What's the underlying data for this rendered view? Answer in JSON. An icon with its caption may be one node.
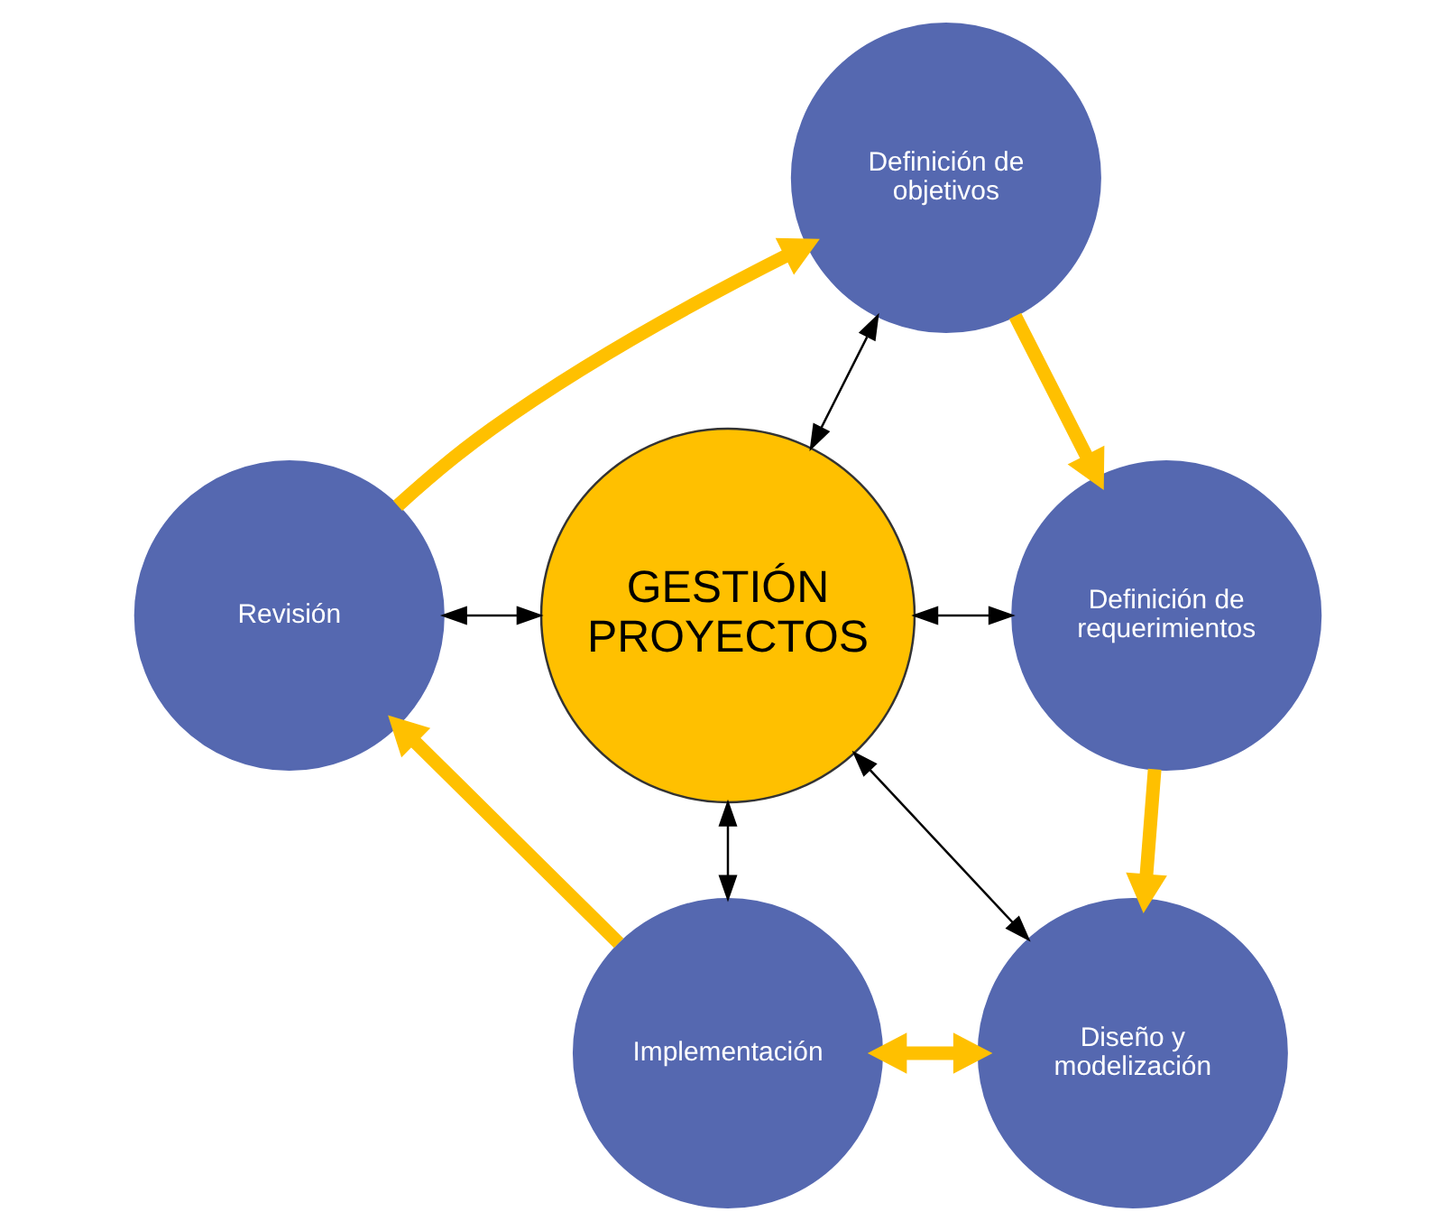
{
  "diagram": {
    "nodes": [
      {
        "text": [
          "GESTIÓN PROYECTOS"
        ]
      },
      {
        "text": [
          "Definición de objetivos"
        ]
      },
      {
        "text": [
          "Definición de requerimientos"
        ]
      },
      {
        "text": [
          "Diseño y modelización"
        ]
      },
      {
        "text": [
          "Implementación"
        ]
      },
      {
        "text": [
          "Revisión"
        ]
      }
    ],
    "edges": [
      {
        "from": 1,
        "to": 0,
        "arrow": "both"
      },
      {
        "from": 0,
        "to": 2,
        "arrow": "both"
      },
      {
        "from": 0,
        "to": 3,
        "arrow": "both"
      },
      {
        "from": 0,
        "to": 4,
        "arrow": "both"
      },
      {
        "from": 5,
        "to": 0,
        "arrow": "both"
      },
      {
        "from": 1,
        "to": 2,
        "arrow": "to",
        "style": "thick",
        "color": "#ffc000"
      },
      {
        "from": 2,
        "to": 3,
        "arrow": "to",
        "style": "thick",
        "color": "#ffc000"
      },
      {
        "from": 4,
        "to": 3,
        "arrow": "both",
        "style": "thick",
        "color": "#ffc000"
      },
      {
        "from": 4,
        "to": 5,
        "arrow": "to",
        "style": "thick",
        "color": "#ffc000"
      },
      {
        "from": 5,
        "to": 1,
        "arrow": "to",
        "style": "thick",
        "color": "#ffc000"
      }
    ]
  }
}
